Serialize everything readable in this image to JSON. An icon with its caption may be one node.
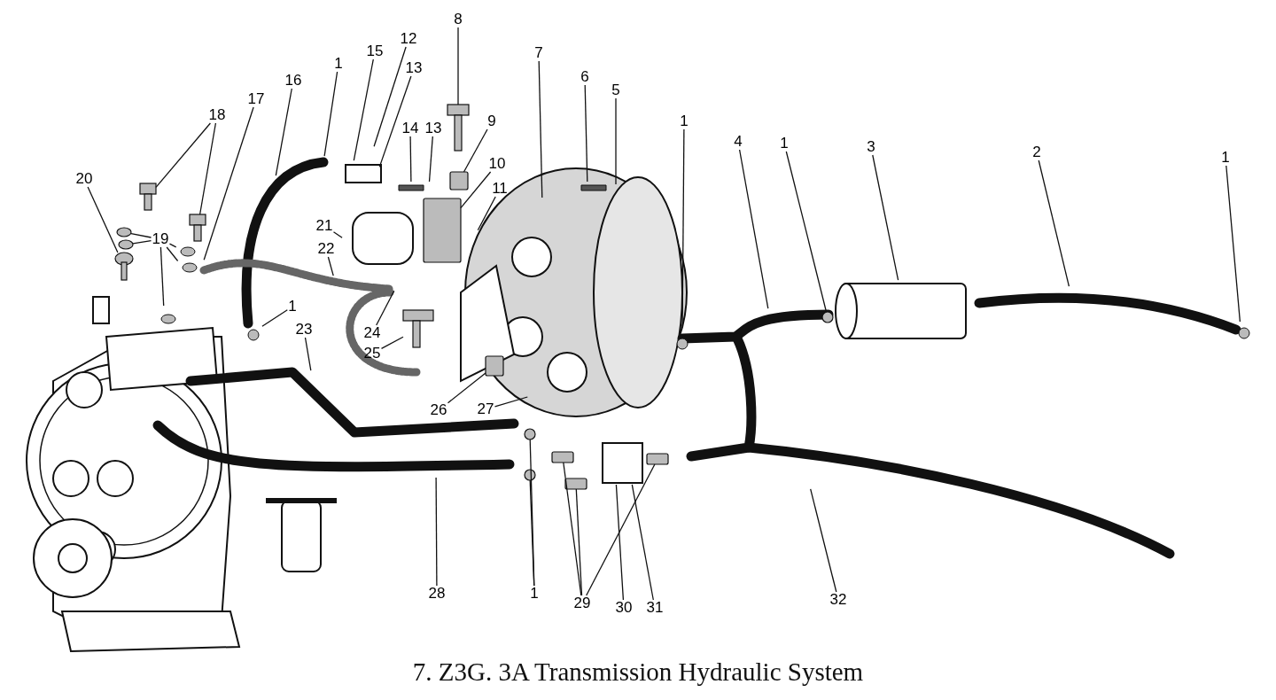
{
  "diagram": {
    "caption": "7. Z3G. 3A Transmission Hydraulic System",
    "nodes": [
      {
        "text": [
          "8"
        ]
      },
      {
        "text": [
          "12"
        ]
      },
      {
        "text": [
          "15"
        ]
      },
      {
        "text": [
          "7"
        ]
      },
      {
        "text": [
          "13"
        ]
      },
      {
        "text": [
          "1"
        ]
      },
      {
        "text": [
          "6"
        ]
      },
      {
        "text": [
          "16"
        ]
      },
      {
        "text": [
          "5"
        ]
      },
      {
        "text": [
          "17"
        ]
      },
      {
        "text": [
          "18"
        ]
      },
      {
        "text": [
          "1"
        ]
      },
      {
        "text": [
          "9"
        ]
      },
      {
        "text": [
          "14"
        ]
      },
      {
        "text": [
          "13"
        ]
      },
      {
        "text": [
          "4"
        ]
      },
      {
        "text": [
          "1"
        ]
      },
      {
        "text": [
          "3"
        ]
      },
      {
        "text": [
          "2"
        ]
      },
      {
        "text": [
          "1"
        ]
      },
      {
        "text": [
          "10"
        ]
      },
      {
        "text": [
          "20"
        ]
      },
      {
        "text": [
          "11"
        ]
      },
      {
        "text": [
          "21"
        ]
      },
      {
        "text": [
          "19"
        ]
      },
      {
        "text": [
          "22"
        ]
      },
      {
        "text": [
          "1"
        ]
      },
      {
        "text": [
          "23"
        ]
      },
      {
        "text": [
          "24"
        ]
      },
      {
        "text": [
          "25"
        ]
      },
      {
        "text": [
          "26"
        ]
      },
      {
        "text": [
          "27"
        ]
      },
      {
        "text": [
          "28"
        ]
      },
      {
        "text": [
          "1"
        ]
      },
      {
        "text": [
          "29"
        ]
      },
      {
        "text": [
          "30"
        ]
      },
      {
        "text": [
          "31"
        ]
      },
      {
        "text": [
          "32"
        ]
      },
      {
        "text": [],
        "shape": "picture"
      },
      {
        "text": [],
        "shape": "circle"
      },
      {
        "text": [],
        "shape": "circle"
      },
      {
        "text": [],
        "shape": "picture"
      },
      {
        "text": [],
        "shape": "picture"
      },
      {
        "text": [],
        "shape": "picture"
      },
      {
        "text": [],
        "shape": "box"
      },
      {
        "text": [],
        "shape": "picture"
      },
      {
        "text": [],
        "shape": "box"
      },
      {
        "text": [],
        "shape": "box"
      },
      {
        "text": [],
        "shape": "circle"
      },
      {
        "text": [],
        "shape": "circle"
      },
      {
        "text": [],
        "shape": "box"
      },
      {
        "text": [],
        "shape": "box"
      },
      {
        "text": [],
        "shape": "box"
      },
      {
        "text": [],
        "shape": "circle"
      }
    ],
    "edges": [
      {
        "from": 0,
        "to": 45,
        "arrow": "none"
      },
      {
        "from": 1,
        "to": null,
        "arrow": "none"
      },
      {
        "from": 2,
        "to": null,
        "arrow": "none"
      },
      {
        "from": 3,
        "to": null,
        "arrow": "none"
      },
      {
        "from": 4,
        "to": null,
        "arrow": "none"
      },
      {
        "from": 5,
        "to": null,
        "arrow": "none"
      },
      {
        "from": 6,
        "to": null,
        "arrow": "none"
      },
      {
        "from": 7,
        "to": null,
        "arrow": "none"
      },
      {
        "from": 8,
        "to": null,
        "arrow": "none"
      },
      {
        "from": 9,
        "to": null,
        "arrow": "none"
      },
      {
        "from": 10,
        "to": 41,
        "arrow": "none"
      },
      {
        "from": 10,
        "to": 42,
        "arrow": "none"
      },
      {
        "from": 11,
        "to": null,
        "arrow": "none"
      },
      {
        "from": 12,
        "to": 46,
        "arrow": "none"
      },
      {
        "from": 13,
        "to": null,
        "arrow": "none"
      },
      {
        "from": 14,
        "to": null,
        "arrow": "none"
      },
      {
        "from": 15,
        "to": null,
        "arrow": "none"
      },
      {
        "from": 16,
        "to": 53,
        "arrow": "none"
      },
      {
        "from": 17,
        "to": null,
        "arrow": "none"
      },
      {
        "from": 18,
        "to": null,
        "arrow": "none"
      },
      {
        "from": 19,
        "to": null,
        "arrow": "none"
      },
      {
        "from": 20,
        "to": 44,
        "arrow": "none"
      },
      {
        "from": 21,
        "to": 38,
        "arrow": "none"
      },
      {
        "from": 22,
        "to": null,
        "arrow": "none"
      },
      {
        "from": 23,
        "to": null,
        "arrow": "none"
      },
      {
        "from": 24,
        "to": 39,
        "arrow": "none"
      },
      {
        "from": 24,
        "to": 40,
        "arrow": "none"
      },
      {
        "from": 24,
        "to": null,
        "arrow": "none"
      },
      {
        "from": 24,
        "to": null,
        "arrow": "none"
      },
      {
        "from": 24,
        "to": null,
        "arrow": "none"
      },
      {
        "from": 25,
        "to": null,
        "arrow": "none"
      },
      {
        "from": 26,
        "to": null,
        "arrow": "none"
      },
      {
        "from": 27,
        "to": null,
        "arrow": "none"
      },
      {
        "from": 28,
        "to": null,
        "arrow": "none"
      },
      {
        "from": 29,
        "to": 43,
        "arrow": "none"
      },
      {
        "from": 30,
        "to": 47,
        "arrow": "none"
      },
      {
        "from": 31,
        "to": null,
        "arrow": "none"
      },
      {
        "from": 32,
        "to": null,
        "arrow": "none"
      },
      {
        "from": 33,
        "to": 48,
        "arrow": "none"
      },
      {
        "from": 33,
        "to": 49,
        "arrow": "none"
      },
      {
        "from": 34,
        "to": 50,
        "arrow": "none"
      },
      {
        "from": 34,
        "to": 51,
        "arrow": "none"
      },
      {
        "from": 34,
        "to": 52,
        "arrow": "none"
      },
      {
        "from": 35,
        "to": null,
        "arrow": "none"
      },
      {
        "from": 36,
        "to": null,
        "arrow": "none"
      },
      {
        "from": 37,
        "to": null,
        "arrow": "none"
      }
    ]
  }
}
